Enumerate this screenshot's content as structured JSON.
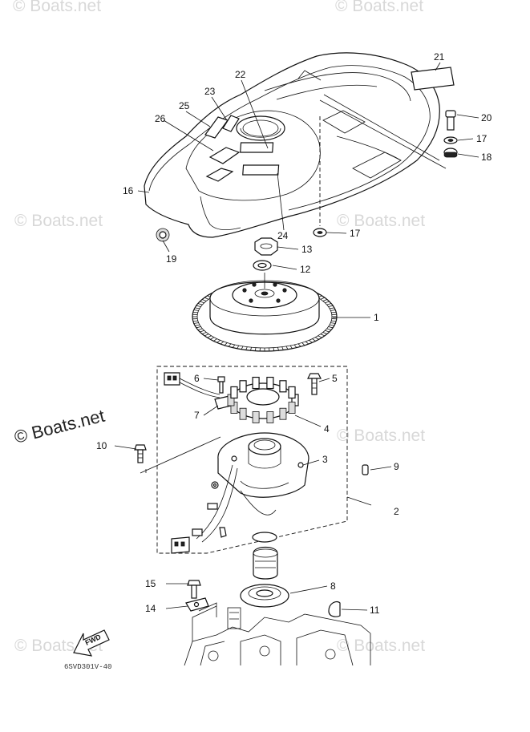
{
  "watermark_text": "© Boats.net",
  "featured_watermark_text": "© Boats.net",
  "drawing_code": "6SVD301V-40",
  "fwd_label": "FWD",
  "callouts": [
    {
      "id": "c1",
      "label": "1"
    },
    {
      "id": "c2",
      "label": "2"
    },
    {
      "id": "c3",
      "label": "3"
    },
    {
      "id": "c4",
      "label": "4"
    },
    {
      "id": "c5",
      "label": "5"
    },
    {
      "id": "c6",
      "label": "6"
    },
    {
      "id": "c7",
      "label": "7"
    },
    {
      "id": "c8",
      "label": "8"
    },
    {
      "id": "c9",
      "label": "9"
    },
    {
      "id": "c10",
      "label": "10"
    },
    {
      "id": "c11",
      "label": "11"
    },
    {
      "id": "c12",
      "label": "12"
    },
    {
      "id": "c13",
      "label": "13"
    },
    {
      "id": "c14",
      "label": "14"
    },
    {
      "id": "c15",
      "label": "15"
    },
    {
      "id": "c16",
      "label": "16"
    },
    {
      "id": "c17a",
      "label": "17"
    },
    {
      "id": "c17b",
      "label": "17"
    },
    {
      "id": "c18",
      "label": "18"
    },
    {
      "id": "c19",
      "label": "19"
    },
    {
      "id": "c20",
      "label": "20"
    },
    {
      "id": "c21",
      "label": "21"
    },
    {
      "id": "c22",
      "label": "22"
    },
    {
      "id": "c23",
      "label": "23"
    },
    {
      "id": "c24",
      "label": "24"
    },
    {
      "id": "c25",
      "label": "25"
    },
    {
      "id": "c26",
      "label": "26"
    }
  ]
}
